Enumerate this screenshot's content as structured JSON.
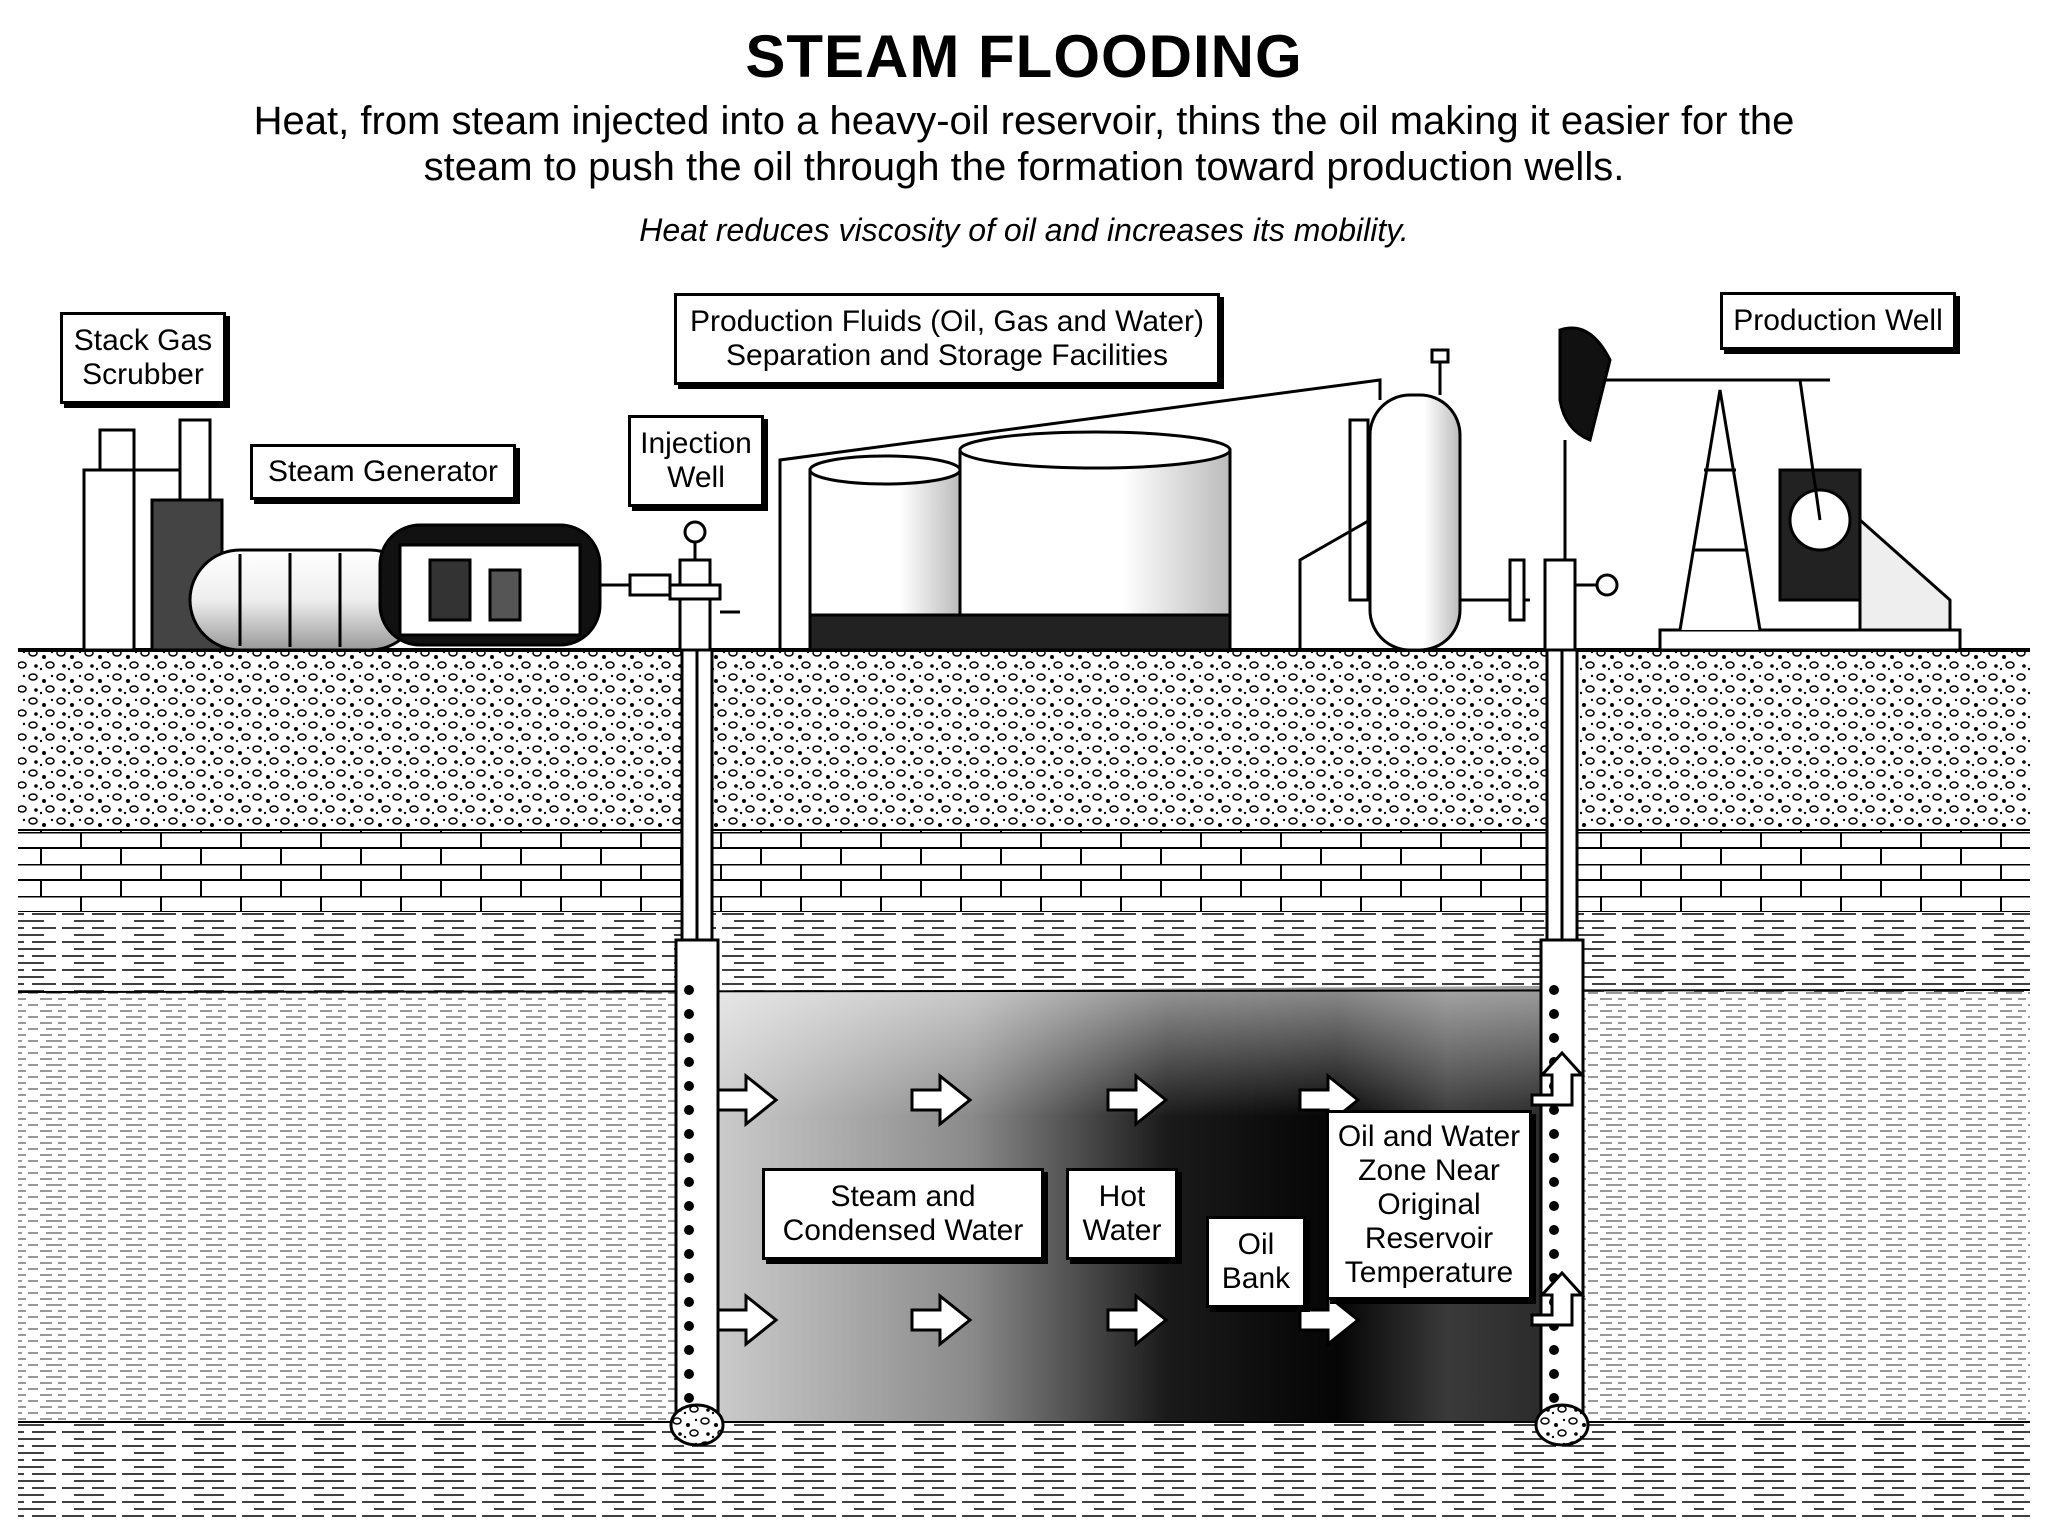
{
  "title": "STEAM FLOODING",
  "subtitle": "Heat, from steam injected into a heavy-oil reservoir, thins the oil making it easier for the steam to push the oil through the formation toward production wells.",
  "note": "Heat reduces viscosity of oil and increases its mobility.",
  "labels": {
    "stack_gas_scrubber": "Stack Gas Scrubber",
    "steam_generator": "Steam Generator",
    "injection_well": "Injection Well",
    "production_facilities": "Production Fluids (Oil, Gas and Water) Separation and Storage Facilities",
    "production_well": "Production Well",
    "steam_condensed_water": "Steam and Condensed Water",
    "hot_water": "Hot Water",
    "oil_bank": "Oil Bank",
    "oil_water_zone": "Oil and Water Zone Near Original Reservoir Temperature"
  },
  "colors": {
    "ink": "#000000",
    "paper": "#ffffff"
  }
}
